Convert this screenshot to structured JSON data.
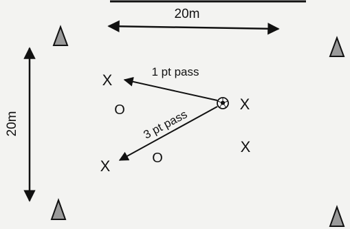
{
  "diagram": {
    "border_color": "#111111",
    "cone_fill": "#9a9a9a",
    "ink_color": "#111111",
    "distance_top": "20m",
    "distance_left": "20m",
    "pass_1_label": "1 pt pass",
    "pass_3_label": "3 pt pass",
    "attacker_mark": "X",
    "defender_mark": "O"
  }
}
